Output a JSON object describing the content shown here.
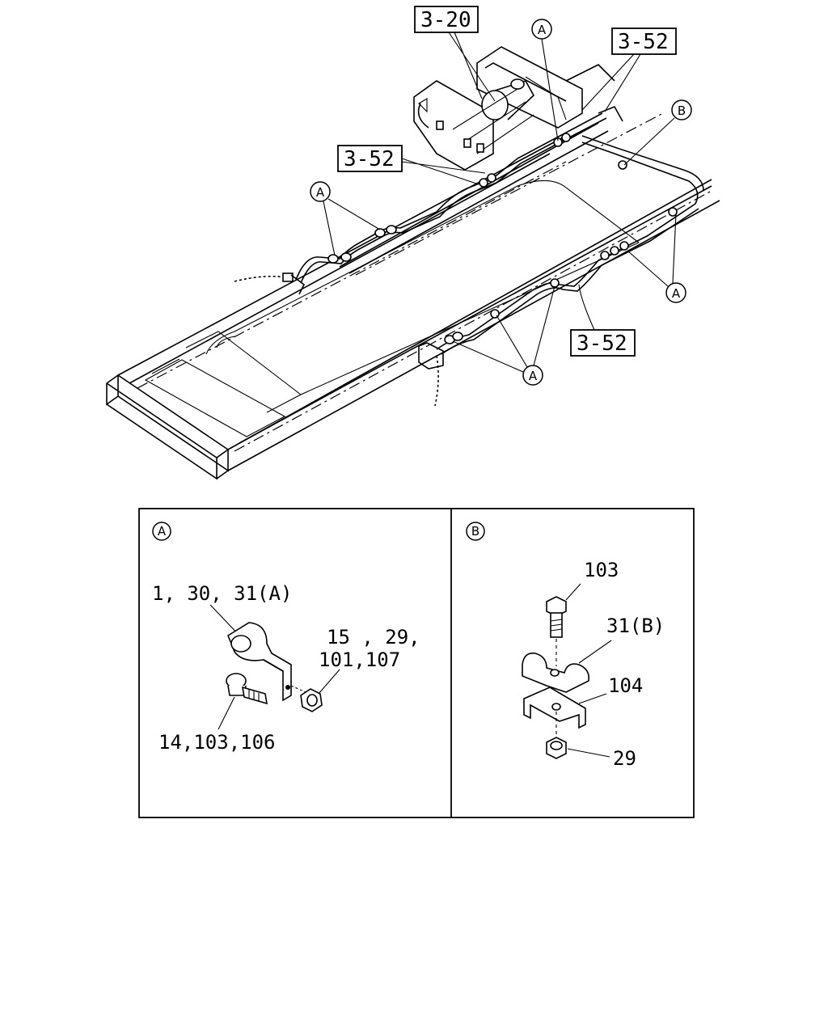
{
  "refs": {
    "r320": "3-20",
    "r352_top": "3-52",
    "r352_mid": "3-52",
    "r352_low": "3-52"
  },
  "markers": {
    "a": "A",
    "b": "B"
  },
  "detail_a": {
    "title": "A",
    "clip_label": "1, 30, 31(A)",
    "nut_label_1": "15 , 29,",
    "nut_label_2": "101,107",
    "bolt_label": "14,103,106"
  },
  "detail_b": {
    "title": "B",
    "bolt_label": "103",
    "clip_label": "31(B)",
    "bracket_label": "104",
    "nut_label": "29"
  }
}
